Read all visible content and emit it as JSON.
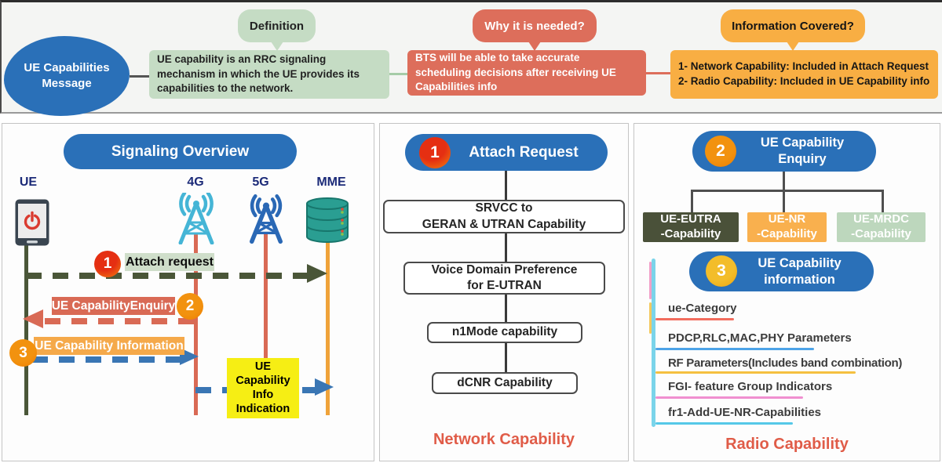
{
  "header": {
    "root": "UE Capabilities Message",
    "definition": {
      "bubble": "Definition",
      "body": "UE capability is an RRC signaling mechanism in which the UE provides its capabilities to the network."
    },
    "why": {
      "bubble": "Why it is needed?",
      "body": "BTS will be able to take accurate scheduling decisions after receiving UE Capabilities info"
    },
    "covered": {
      "bubble": "Information Covered?",
      "line1": "1- Network Capability: Included in Attach Request",
      "line2": "2- Radio Capability:  Included in UE Capability info"
    }
  },
  "signaling": {
    "title": "Signaling Overview",
    "actors": {
      "ue": "UE",
      "g4": "4G",
      "g5": "5G",
      "mme": "MME"
    },
    "msg1": {
      "num": "1",
      "label": "Attach request"
    },
    "msg2": {
      "num": "2",
      "label": "UE CapabilityEnquiry"
    },
    "msg3": {
      "num": "3",
      "label": "UE Capability Information"
    },
    "msg4": {
      "line1": "UE Capability",
      "line2": "Info Indication"
    }
  },
  "network_panel": {
    "num": "1",
    "title": "Attach Request",
    "box1": {
      "line1": "SRVCC to",
      "line2": "GERAN & UTRAN Capability"
    },
    "box2": {
      "line1": "Voice Domain Preference",
      "line2": "for E-UTRAN"
    },
    "box3": "n1Mode capability",
    "box4": "dCNR Capability",
    "footer": "Network Capability"
  },
  "radio_panel": {
    "enquiry": {
      "num": "2",
      "line1": "UE Capability",
      "line2": "Enquiry"
    },
    "branch1": {
      "line1": "UE-EUTRA",
      "line2": "-Capability"
    },
    "branch2": {
      "line1": "UE-NR",
      "line2": "-Capability"
    },
    "branch3": {
      "line1": "UE-MRDC",
      "line2": "-Capability"
    },
    "information": {
      "num": "3",
      "line1": "UE Capability",
      "line2": "information"
    },
    "items": [
      "ue-Category",
      "PDCP,RLC,MAC,PHY Parameters",
      "RF Parameters(Includes band combination)",
      "FGI- feature Group Indicators",
      "fr1-Add-UE-NR-Capabilities"
    ],
    "footer": "Radio Capability"
  },
  "colors": {
    "blue": "#2a70b8",
    "green": "#c5dcc4",
    "red": "#dd6e5b",
    "orange": "#f8ae43",
    "olive": "#4a5638",
    "salmon": "#d96a55",
    "arrow_blue": "#3a76b4",
    "mme_orange": "#f0a33a",
    "highlight_yellow": "#f6ee14",
    "footer_red": "#e05c48",
    "teal_db": "#2a9e92",
    "tower_4g": "#45b5d6",
    "tower_5g": "#2a68b5"
  }
}
